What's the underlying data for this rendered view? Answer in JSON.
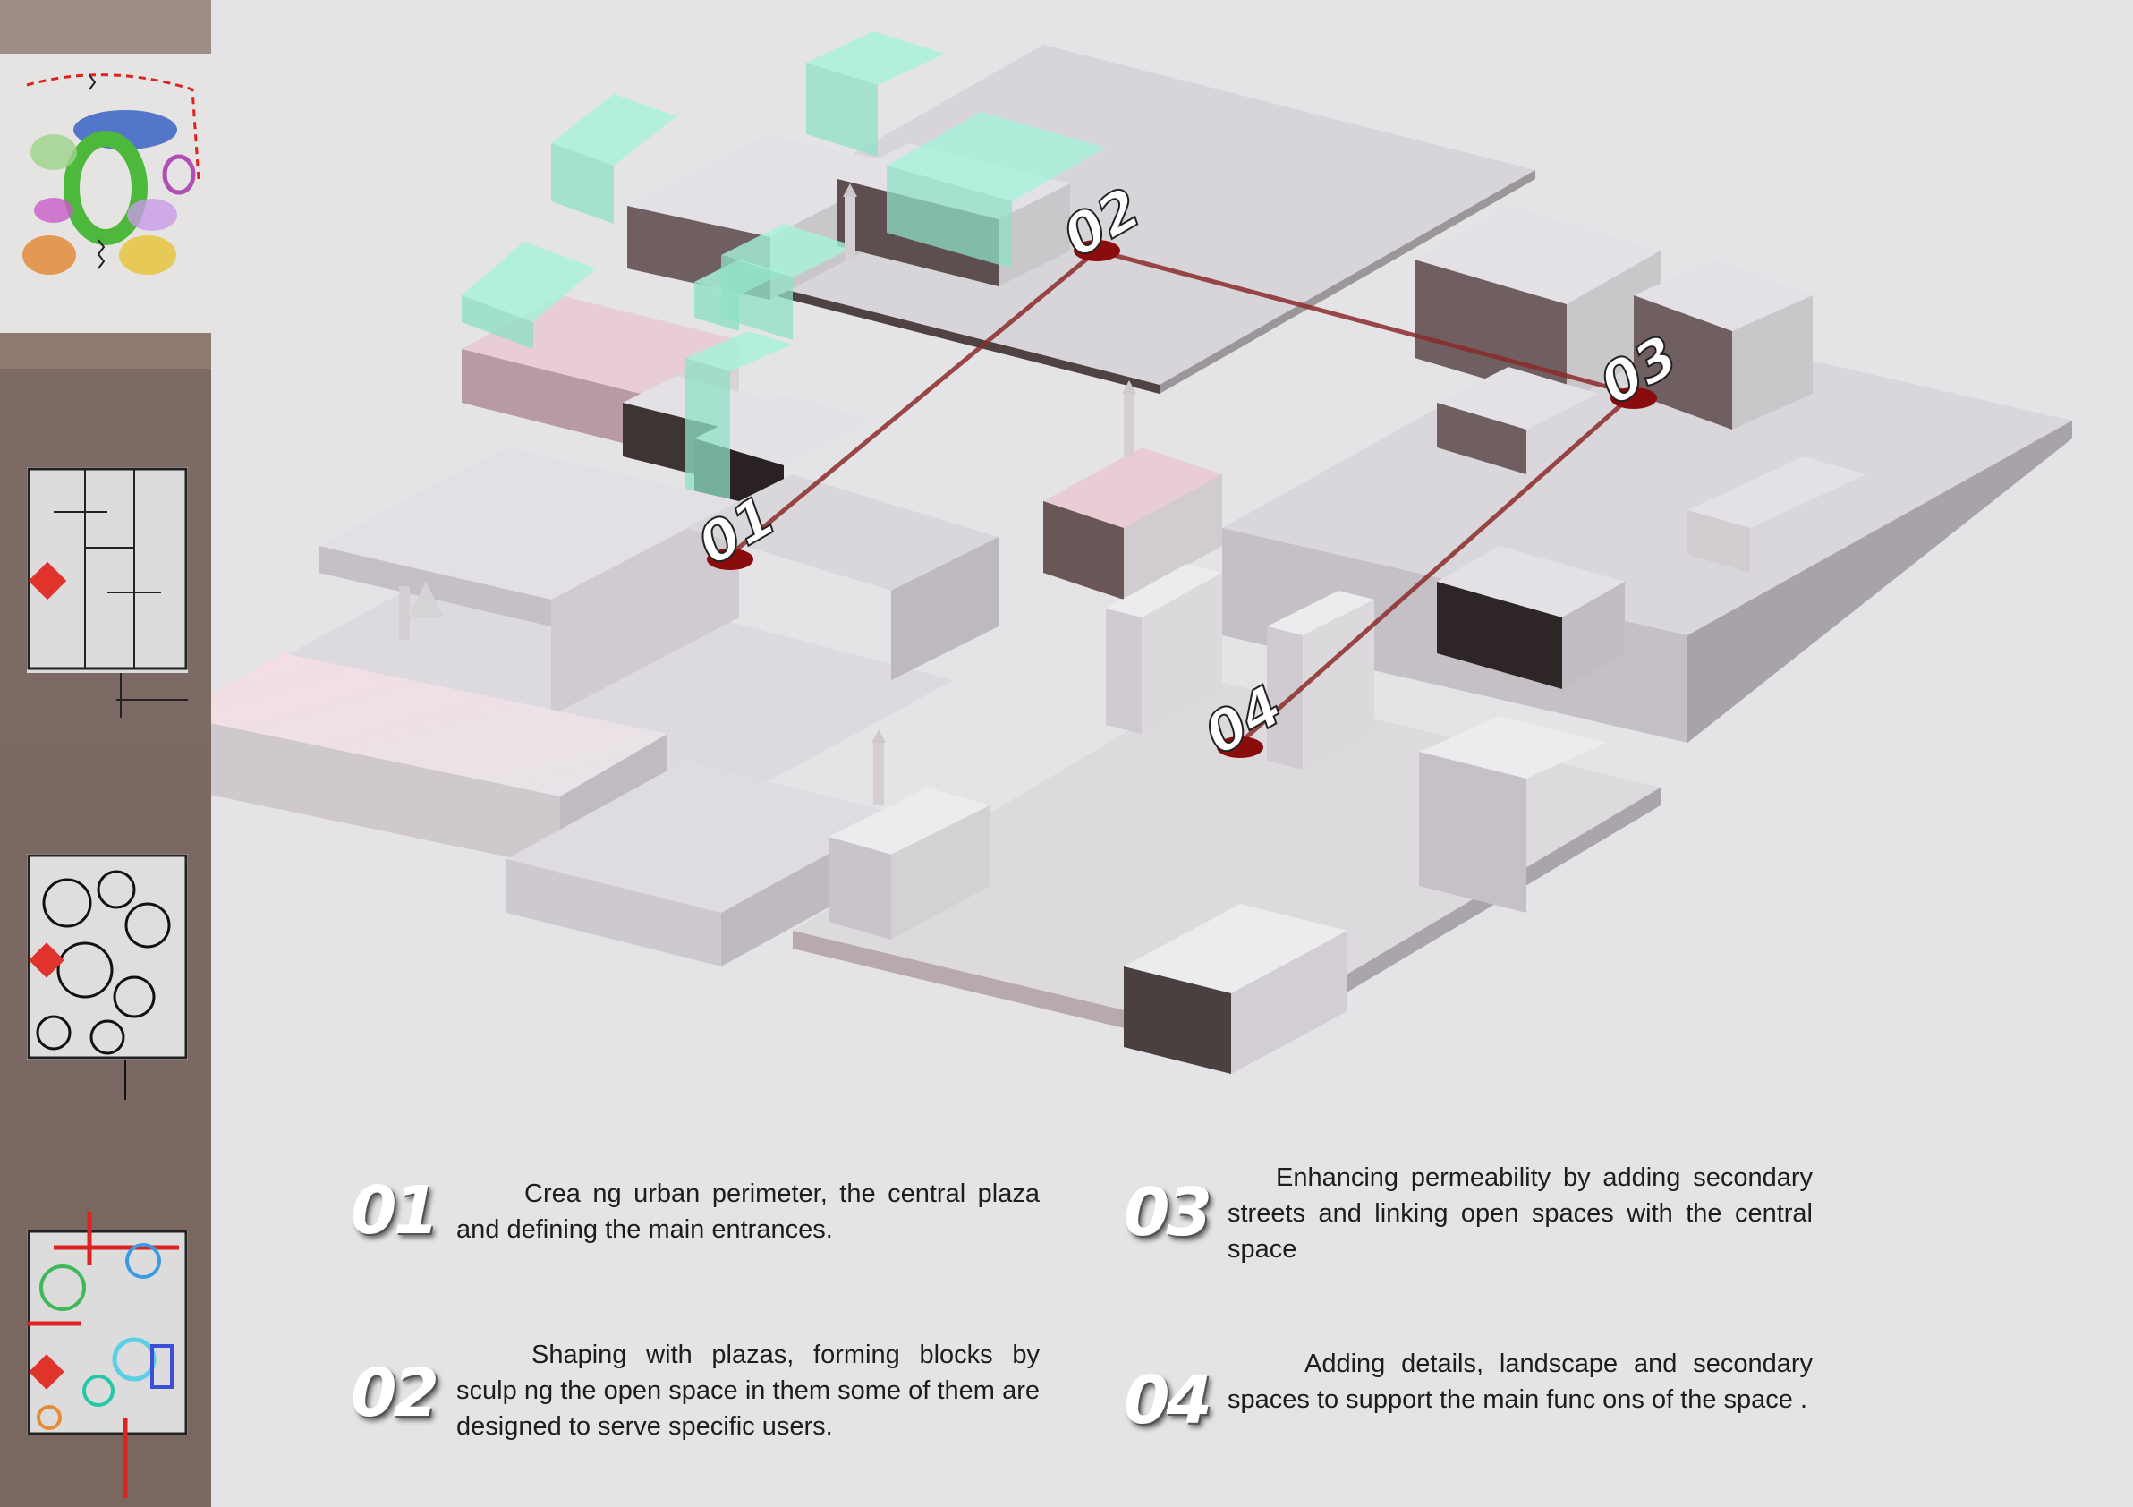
{
  "model_markers": [
    {
      "label": "01"
    },
    {
      "label": "02"
    },
    {
      "label": "03"
    },
    {
      "label": "04"
    }
  ],
  "steps": [
    {
      "number": "01",
      "text": "Crea  ng urban perimeter, the central plaza and defining the main entrances."
    },
    {
      "number": "02",
      "text": "Shaping with plazas, forming blocks by sculp  ng the open space in them some of them are designed to serve specific users."
    },
    {
      "number": "03",
      "text": "Enhancing permeability by adding secondary streets and linking open spaces with the central space"
    },
    {
      "number": "04",
      "text": "Adding details, landscape and secondary spaces to support the main func ons of the space ."
    }
  ],
  "colors": {
    "background": "#e4e4e6",
    "marker": "#8b0c0c",
    "glass": "#9ff0d6",
    "path": "#8b2a2a"
  }
}
